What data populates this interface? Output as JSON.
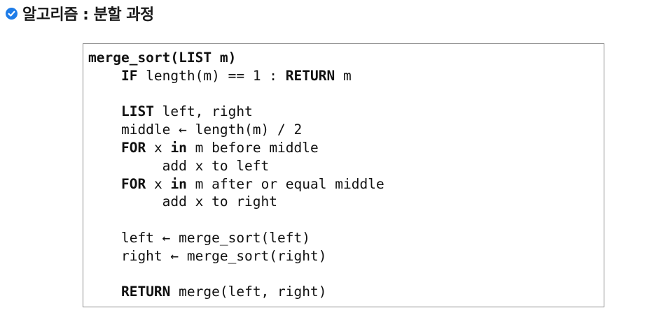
{
  "header": {
    "icon": "check-circle-icon",
    "title": "알고리즘 : 분할 과정",
    "accent_color": "#1e7ce8"
  },
  "code": {
    "lines": [
      [
        {
          "t": "merge_sort(LIST m)",
          "b": true
        }
      ],
      [
        {
          "t": "    "
        },
        {
          "t": "IF",
          "b": true
        },
        {
          "t": " length(m) == 1 : "
        },
        {
          "t": "RETURN",
          "b": true
        },
        {
          "t": " m"
        }
      ],
      [],
      [
        {
          "t": "    "
        },
        {
          "t": "LIST",
          "b": true
        },
        {
          "t": " left, right"
        }
      ],
      [
        {
          "t": "    middle ← length(m) / 2"
        }
      ],
      [
        {
          "t": "    "
        },
        {
          "t": "FOR",
          "b": true
        },
        {
          "t": " x "
        },
        {
          "t": "in",
          "b": true
        },
        {
          "t": " m before middle"
        }
      ],
      [
        {
          "t": "         add x to left"
        }
      ],
      [
        {
          "t": "    "
        },
        {
          "t": "FOR",
          "b": true
        },
        {
          "t": " x "
        },
        {
          "t": "in",
          "b": true
        },
        {
          "t": " m after or equal middle"
        }
      ],
      [
        {
          "t": "         add x to right"
        }
      ],
      [],
      [
        {
          "t": "    left ← merge_sort(left)"
        }
      ],
      [
        {
          "t": "    right ← merge_sort(right)"
        }
      ],
      [],
      [
        {
          "t": "    "
        },
        {
          "t": "RETURN",
          "b": true
        },
        {
          "t": " merge(left, right)"
        }
      ]
    ]
  }
}
